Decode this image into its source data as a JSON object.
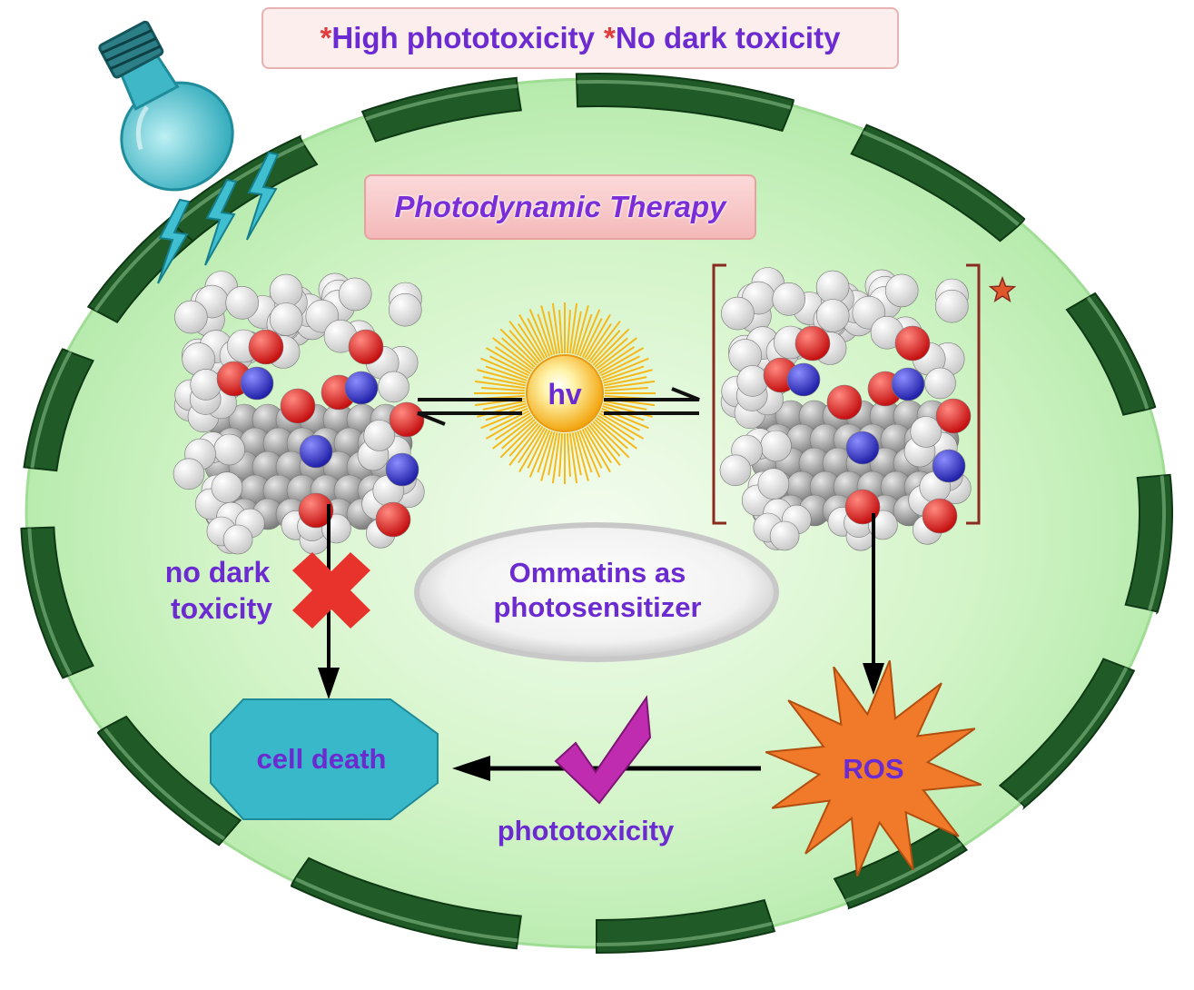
{
  "banner": {
    "star_1": "*",
    "item_1": "High phototoxicity",
    "star_2": "*",
    "item_2": "No dark toxicity"
  },
  "therapy_title": "Photodynamic Therapy",
  "light_label": "hv",
  "center_label": {
    "line_1": "Ommatins as",
    "line_2": "photosensitizer"
  },
  "no_dark_label": {
    "line_1": "no dark",
    "line_2": "toxicity"
  },
  "cell_death_label": "cell death",
  "ros_label": "ROS",
  "phototoxicity_label": "phototoxicity",
  "colors": {
    "cell_fill": "#c8f0c0",
    "membrane": "#2e6b35",
    "text": "#6b2bd1",
    "cross": "#e8332c",
    "check": "#c02cb0",
    "ros": "#f07a2a",
    "cell_death": "#38b8c8",
    "sun": "#f6b91c",
    "bulb": "#58c6d2"
  }
}
